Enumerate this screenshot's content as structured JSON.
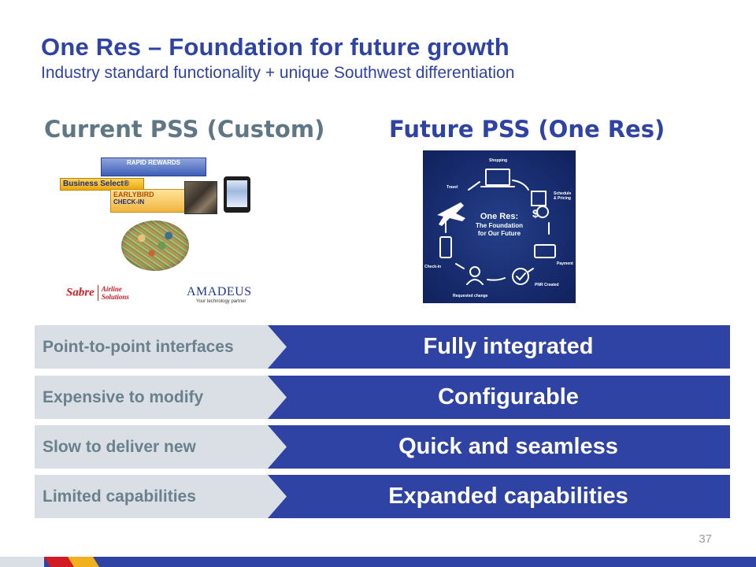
{
  "slide": {
    "title": "One Res – Foundation for future growth",
    "subtitle": "Industry standard functionality + unique Southwest differentiation",
    "page_number": "37"
  },
  "columns": {
    "current_heading": "Current PSS (Custom)",
    "future_heading": "Future PSS (One Res)"
  },
  "current_collage": {
    "rapid_rewards": "RAPID REWARDS",
    "business_select": "Business Select®",
    "earlybird_line1": "EARLYBIRD",
    "earlybird_line2": "CHECK-IN",
    "sabre": "Sabre",
    "sabre_sub": "Airline Solutions",
    "amadeus": "AMADEUS",
    "amadeus_tag": "Your technology partner"
  },
  "one_res_graphic": {
    "center_title": "One Res:",
    "center_sub1": "The Foundation",
    "center_sub2": "for Our Future",
    "steps": {
      "shopping": "Shopping",
      "schedule": "Schedule",
      "pricing": "& Pricing",
      "payment": "Payment",
      "pnr": "PNR Created",
      "requested": "Requested change",
      "checkin": "Check-in",
      "travel": "Travel"
    }
  },
  "comparison": [
    {
      "current": "Point-to-point interfaces",
      "future": "Fully integrated"
    },
    {
      "current": "Expensive to modify",
      "future": "Configurable"
    },
    {
      "current": "Slow to deliver new",
      "future": "Quick and seamless"
    },
    {
      "current": "Limited capabilities",
      "future": "Expanded capabilities"
    }
  ],
  "colors": {
    "brand_blue": "#2e43a3",
    "gray_text": "#6a808d",
    "gray_fill": "#d9dfe5",
    "accent_red": "#d11c24",
    "accent_gold": "#f2b01e"
  }
}
